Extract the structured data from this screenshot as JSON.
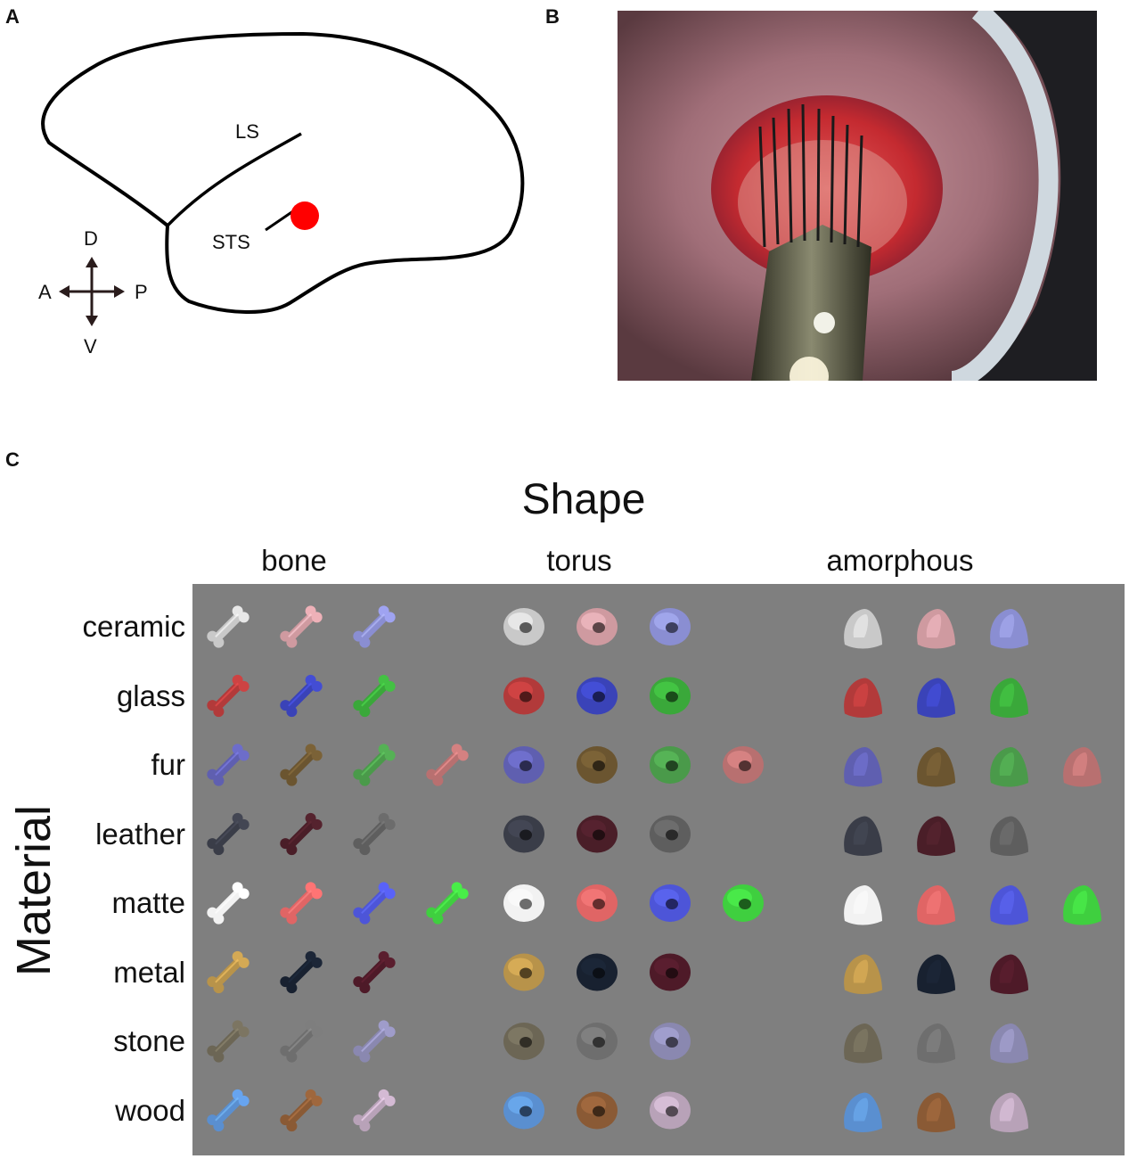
{
  "panels": {
    "a": "A",
    "b": "B",
    "c": "C"
  },
  "brain": {
    "sulci": {
      "ls": "LS",
      "sts": "STS"
    },
    "directions": {
      "dorsal": "D",
      "ventral": "V",
      "anterior": "A",
      "posterior": "P"
    },
    "marker_color": "#ff0000"
  },
  "grid": {
    "title": "Shape",
    "axis_label": "Material",
    "background": "#7f7f7f",
    "shapes": [
      "bone",
      "torus",
      "amorphous"
    ],
    "rows": [
      {
        "material": "ceramic",
        "colors": [
          "#c9c9c9",
          "#cf9aa0",
          "#8a8ed2"
        ]
      },
      {
        "material": "glass",
        "colors": [
          "#b23a3a",
          "#3a43b8",
          "#3aa83a"
        ]
      },
      {
        "material": "fur",
        "colors": [
          "#5f5fb0",
          "#6b5530",
          "#4a9a4a",
          "#b87070"
        ]
      },
      {
        "material": "leather",
        "colors": [
          "#3a3d48",
          "#4a1e28",
          "#5e5e5e"
        ]
      },
      {
        "material": "matte",
        "colors": [
          "#f2f2f2",
          "#e06565",
          "#4d55d8",
          "#3fcf3f"
        ]
      },
      {
        "material": "metal",
        "colors": [
          "#b8934a",
          "#182130",
          "#4e1a28"
        ]
      },
      {
        "material": "stone",
        "colors": [
          "#6c6655",
          "#6e6e6e",
          "#8a88b0"
        ]
      },
      {
        "material": "wood",
        "colors": [
          "#5a8fd0",
          "#8a5a35",
          "#b8a2b8"
        ]
      }
    ]
  }
}
